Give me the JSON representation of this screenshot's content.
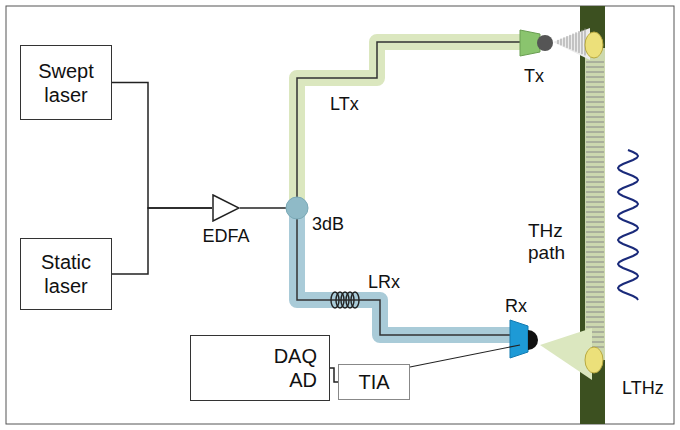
{
  "diagram": {
    "nodes": [
      {
        "text": [
          "Swept laser"
        ]
      },
      {
        "text": [
          "Static laser"
        ]
      },
      {
        "text": [
          "EDFA"
        ]
      },
      {
        "text": [
          "DAQ AD"
        ]
      },
      {
        "text": [
          "TIA"
        ]
      }
    ],
    "edges": [
      {
        "from": 0,
        "to": 2,
        "arrow": "none"
      },
      {
        "from": 1,
        "to": 2,
        "arrow": "none"
      },
      {
        "from": 3,
        "to": 4,
        "arrow": "none"
      }
    ],
    "labels": [
      "LTx",
      "3dB",
      "Tx",
      "THz path",
      "LRx",
      "Rx",
      "LTHz"
    ]
  }
}
